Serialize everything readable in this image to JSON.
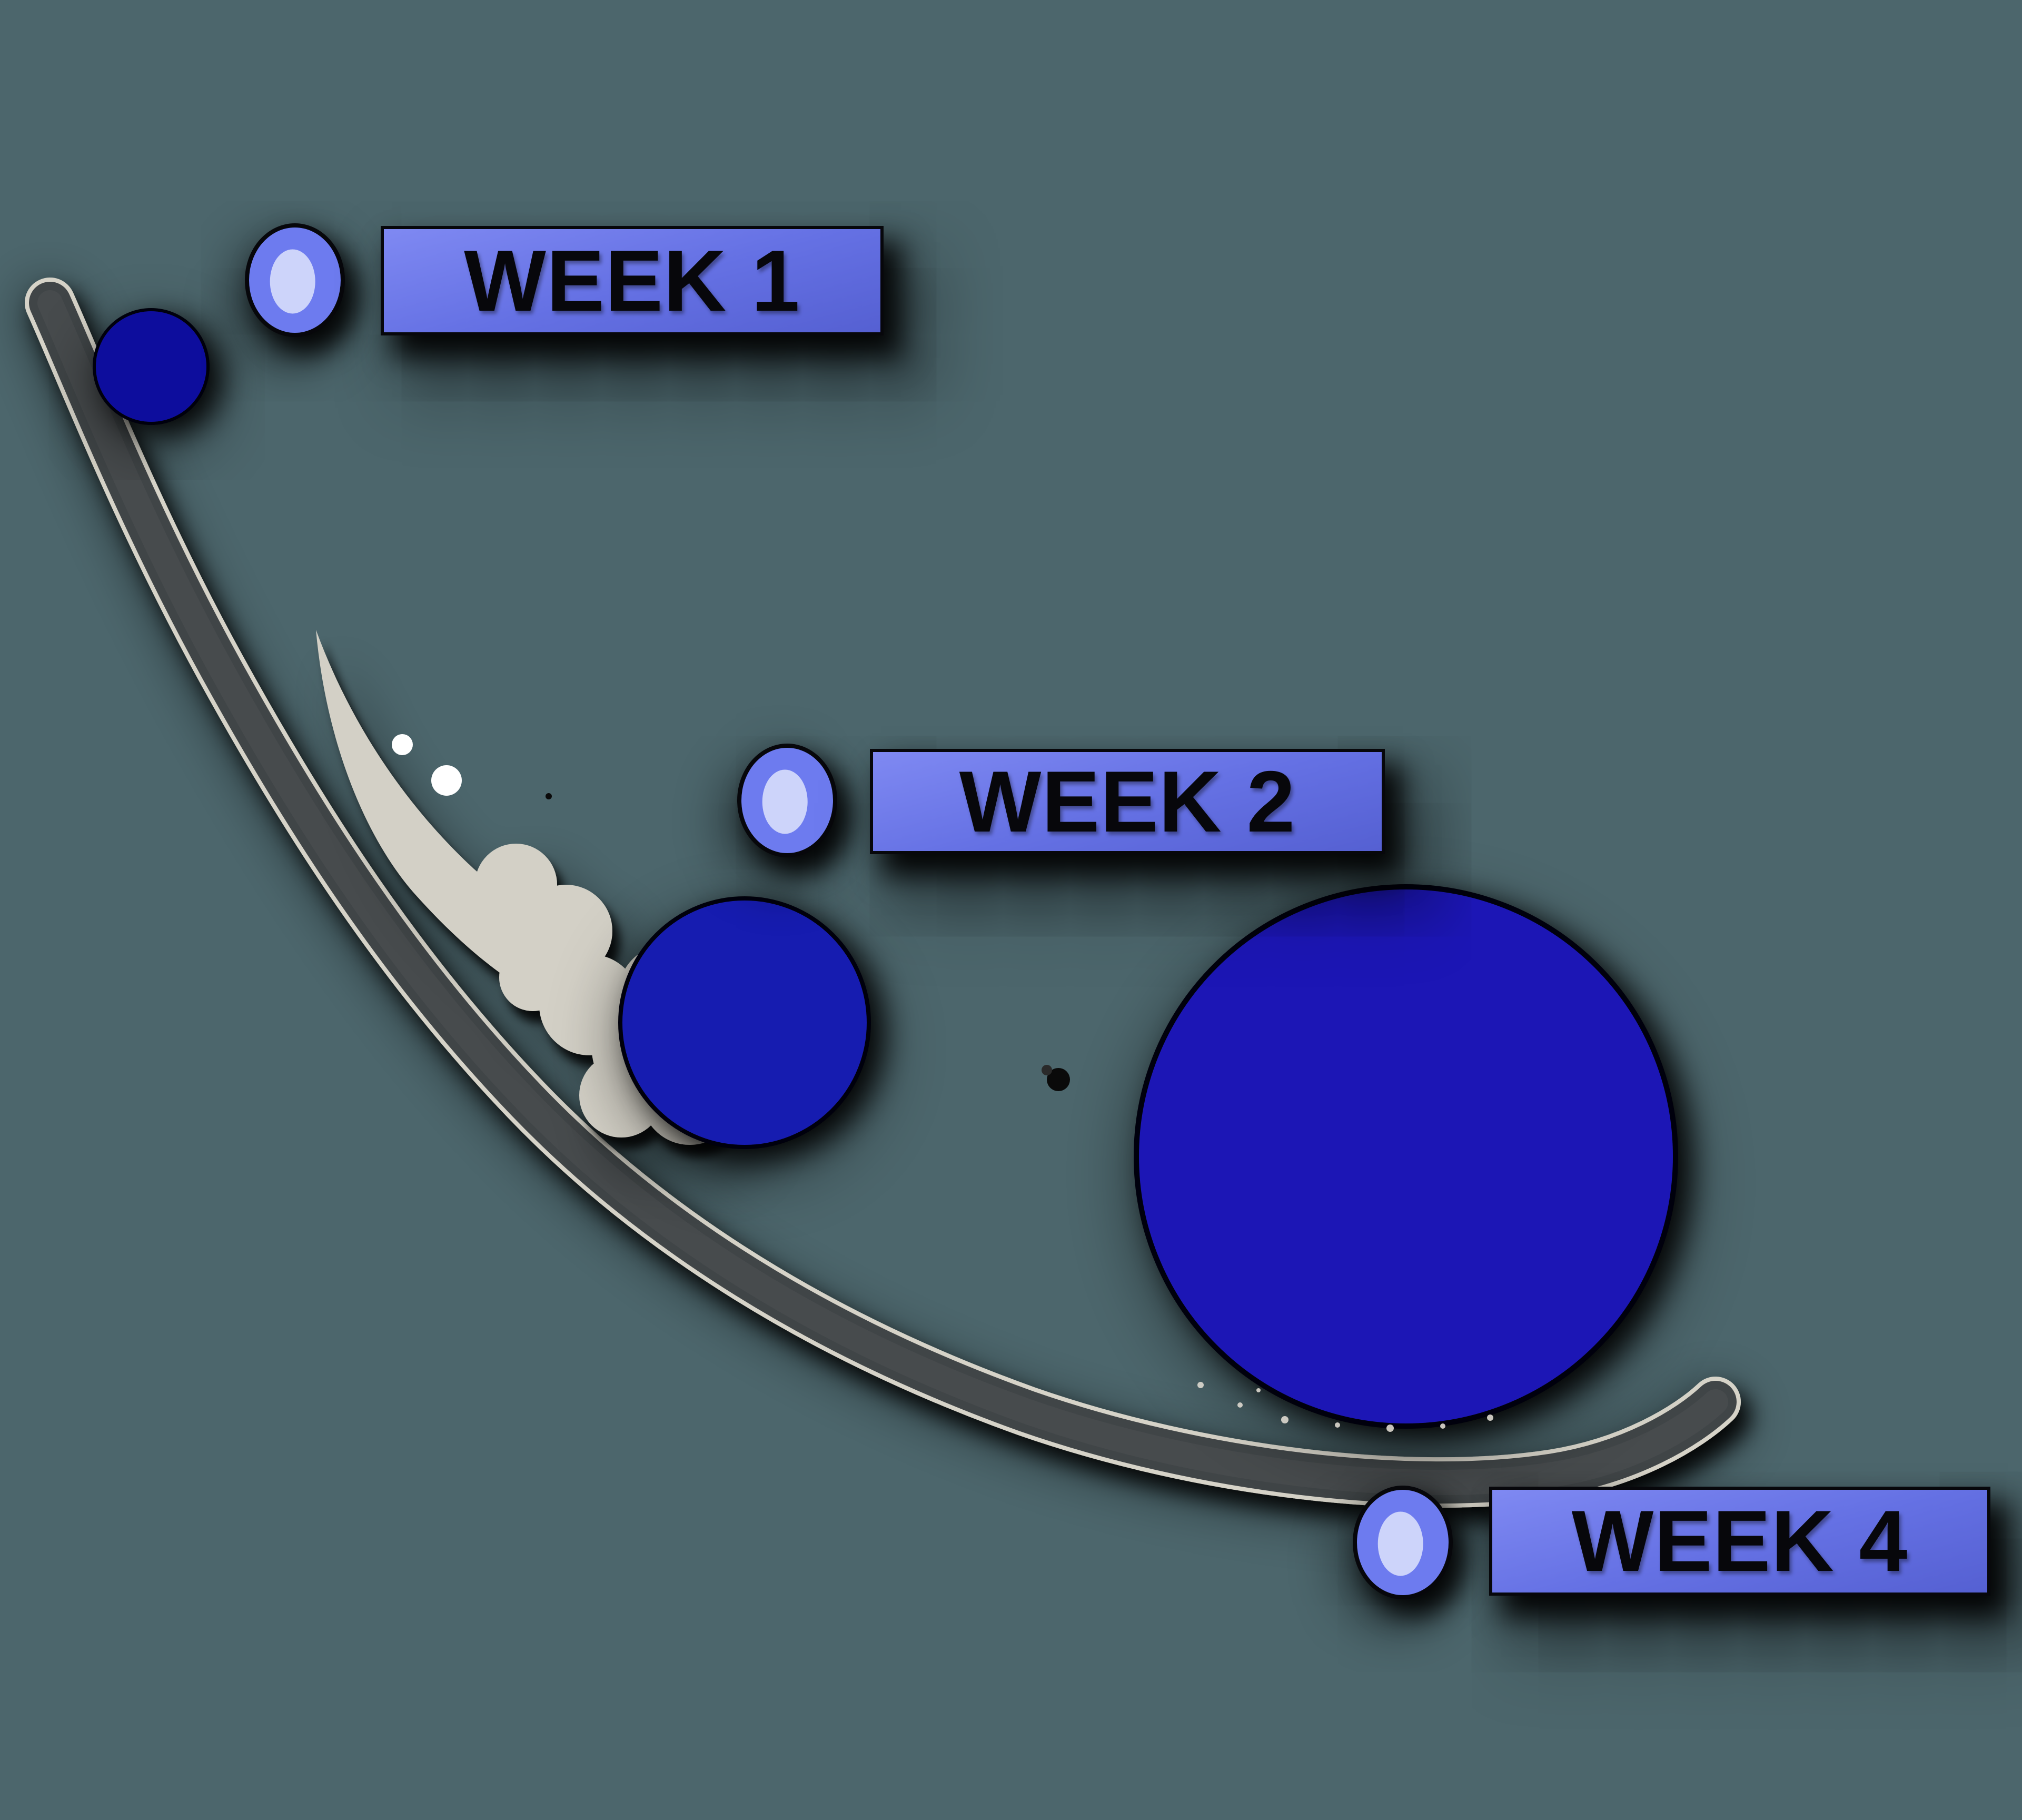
{
  "week_labels": [
    {
      "id": "week-1",
      "label": "WEEK 1"
    },
    {
      "id": "week-2",
      "label": "WEEK 2"
    },
    {
      "id": "week-4",
      "label": "WEEK 4"
    }
  ],
  "icons": {
    "week_bullet": "concentric-circle-bullet-icon",
    "snowball_small": "small-snowball-circle",
    "snowball_medium": "medium-snowball-circle",
    "snowball_large": "large-snowball-circle",
    "slope": "curved-downhill-slope",
    "smoke": "dust-trail-cloud"
  },
  "colors": {
    "background": "#4c666c",
    "label_box": "#6571e4",
    "label_box_light": "#7f89f2",
    "label_box_dark": "#5560d2",
    "label_border": "#07070b",
    "text": "#07070b",
    "badge_outer": "#6d7bef",
    "badge_inner": "#cdd4fa",
    "ball_small": "#10109d",
    "ball_medium": "#191cb0",
    "ball_large": "#1a19b5",
    "slope": "#404447",
    "slope_mid": "#4d5154",
    "slope_edge": "#d6d3c8",
    "smoke": "#d3d0c6",
    "smoke_dot": "#ffffff",
    "speck": "#0a0a0a"
  }
}
